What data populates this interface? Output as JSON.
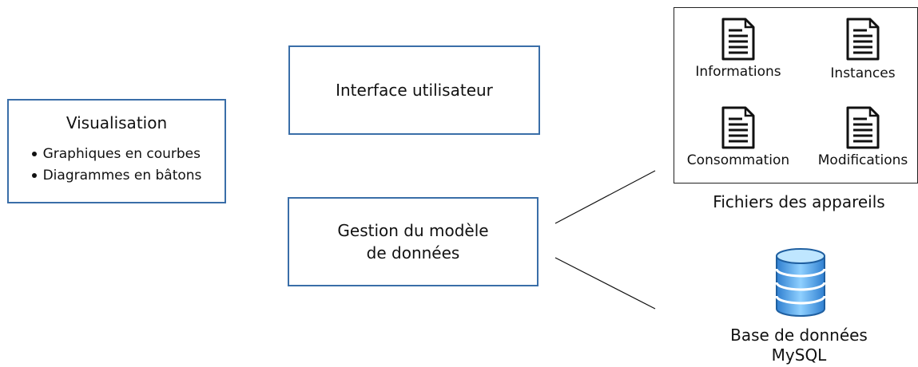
{
  "visualisation": {
    "title": "Visualisation",
    "items": [
      "Graphiques en courbes",
      "Diagrammes en bâtons"
    ]
  },
  "interface_box": {
    "label": "Interface utilisateur"
  },
  "gestion_box": {
    "line1": "Gestion du modèle",
    "line2": "de données"
  },
  "files": {
    "caption": "Fichiers des appareils",
    "items": [
      {
        "label": "Informations",
        "icon": "document-icon"
      },
      {
        "label": "Instances",
        "icon": "document-icon"
      },
      {
        "label": "Consommation",
        "icon": "document-icon"
      },
      {
        "label": "Modifications",
        "icon": "document-icon"
      }
    ]
  },
  "database": {
    "line1": "Base de données",
    "line2": "MySQL",
    "icon": "database-icon"
  },
  "colors": {
    "box_border": "#3a6ea8",
    "db_blue": "#4aa3e8"
  }
}
